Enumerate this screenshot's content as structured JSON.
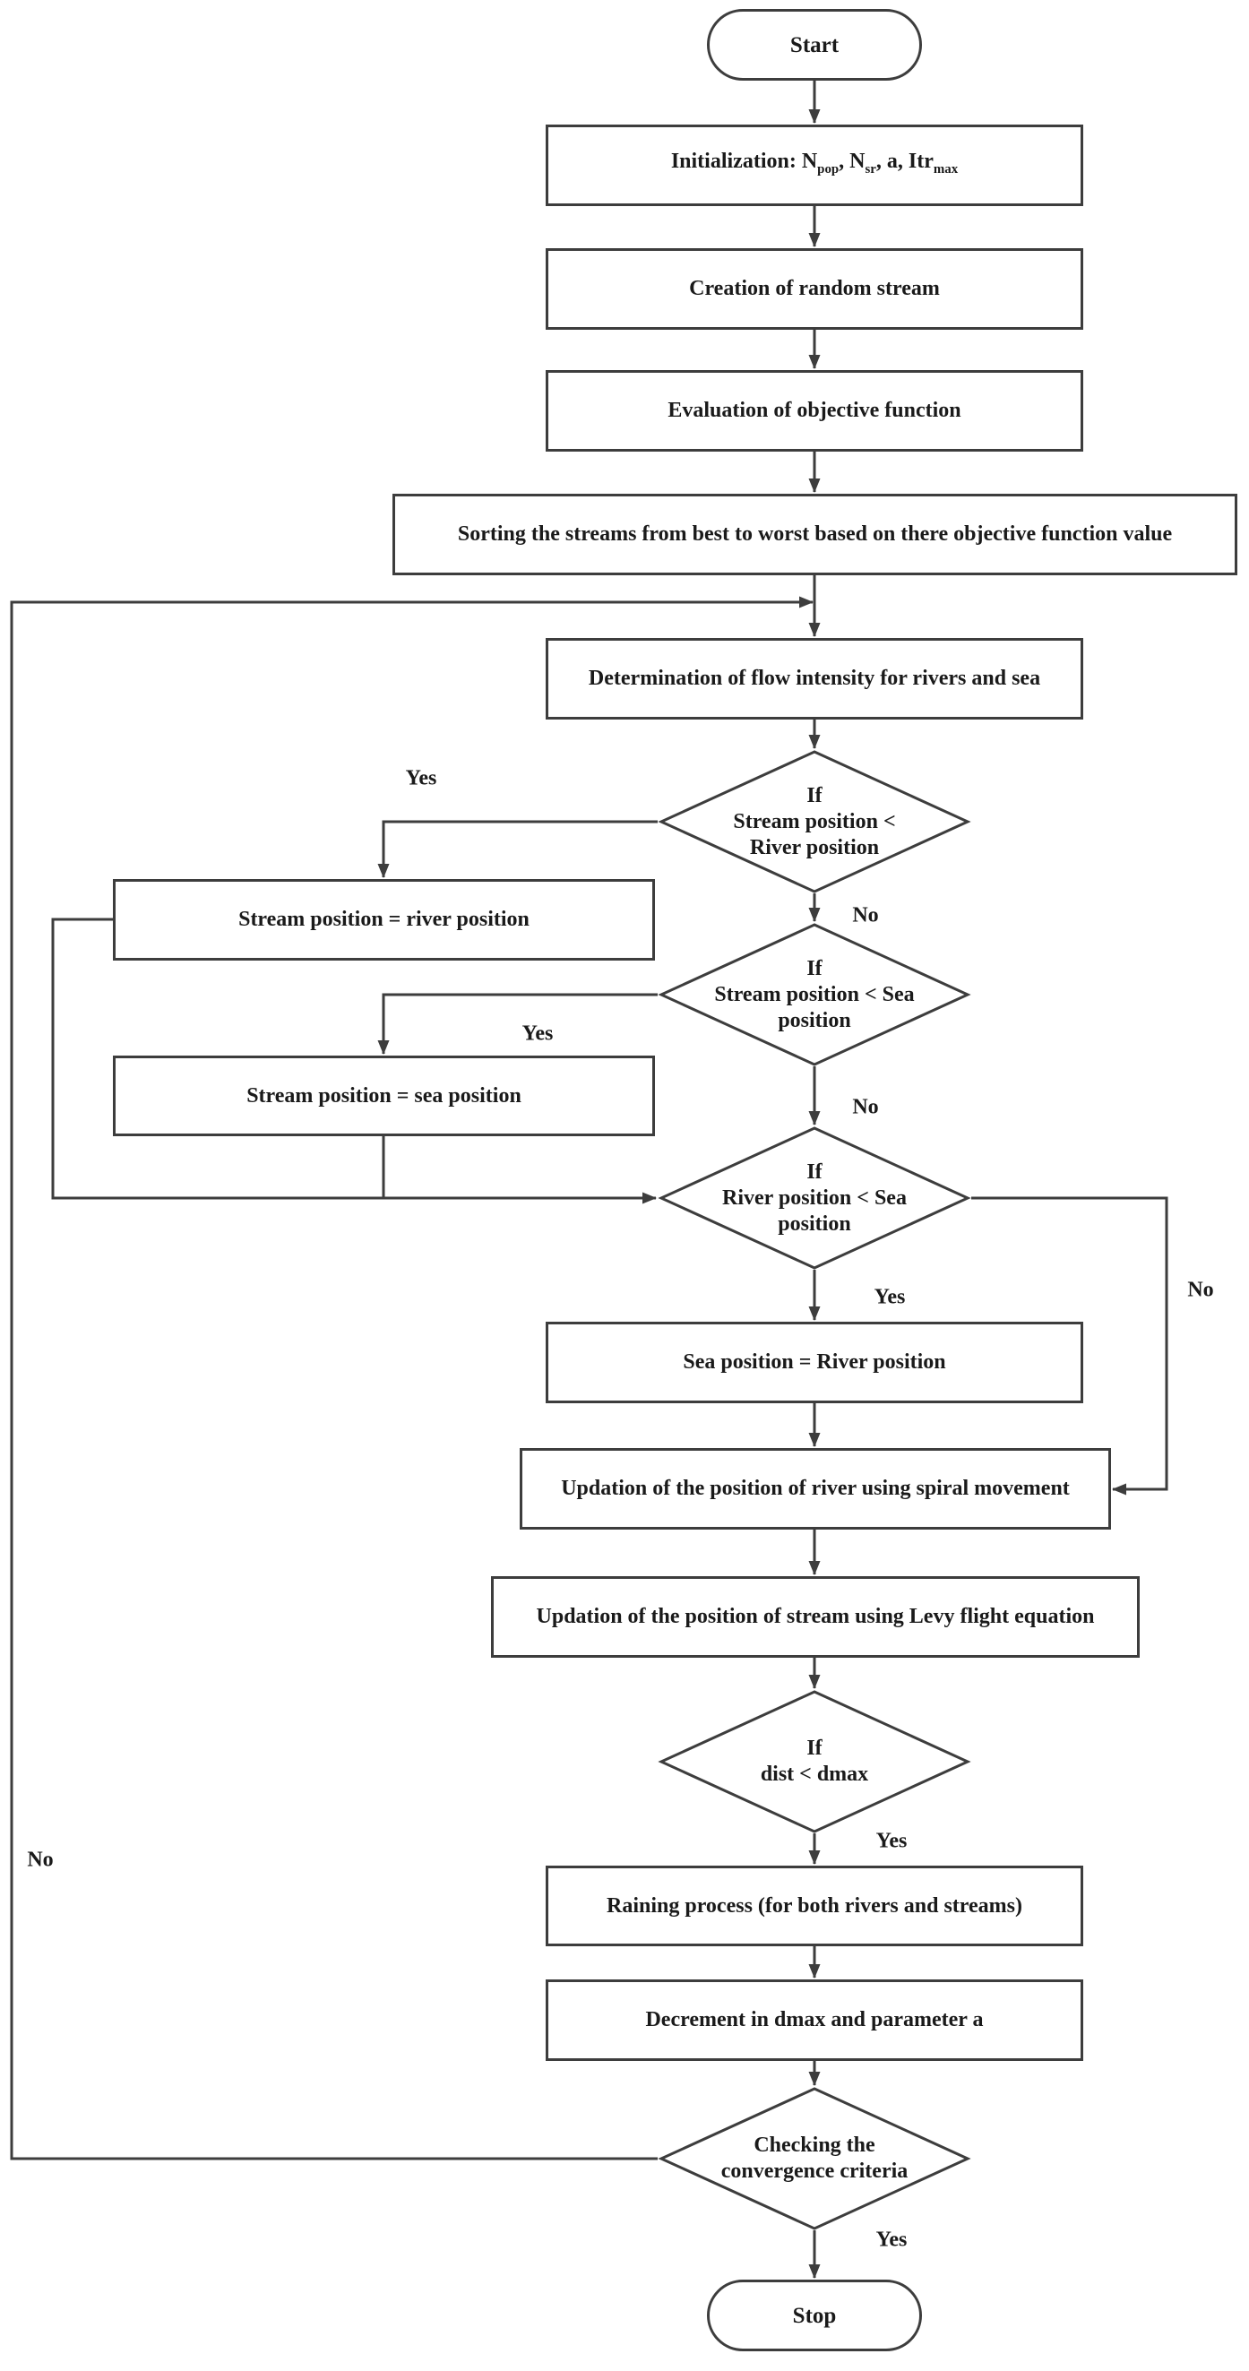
{
  "meta": {
    "background": "#ffffff",
    "stroke_color": "#3d3d3d",
    "text_color": "#1a1a1a",
    "diagram_type": "flowchart"
  },
  "nodes": {
    "start": {
      "label": "Start"
    },
    "init": {
      "t1": "Initialization: N",
      "s1": "pop",
      "t2": ", N",
      "s2": "sr",
      "t3": ", a, Itr",
      "s3": "max"
    },
    "creation": {
      "label": "Creation of random stream"
    },
    "evaluation": {
      "label": "Evaluation of objective function"
    },
    "sorting": {
      "label": "Sorting the streams from best to worst based on there objective function value"
    },
    "determination": {
      "label": "Determination of flow intensity for rivers and sea"
    },
    "d1": {
      "line1": "If",
      "line2": "Stream position <",
      "line3": "River position"
    },
    "rect_a": {
      "label": "Stream position = river position"
    },
    "d2": {
      "line1": "If",
      "line2": "Stream position < Sea",
      "line3": "position"
    },
    "rect_b": {
      "label": "Stream position = sea position"
    },
    "d3": {
      "line1": "If",
      "line2": "River position < Sea",
      "line3": "position"
    },
    "sea_river": {
      "label": "Sea position = River position"
    },
    "upd_river": {
      "label": "Updation of the position of river using spiral movement"
    },
    "upd_stream": {
      "label": "Updation of the position of stream using Levy flight equation"
    },
    "d4": {
      "line1": "If",
      "line2": "dist < dmax"
    },
    "raining": {
      "label": "Raining process (for both rivers and streams)"
    },
    "decrement": {
      "label": "Decrement in dmax and parameter a"
    },
    "d5": {
      "line1": "Checking the",
      "line2": "convergence criteria"
    },
    "stop": {
      "label": "Stop"
    }
  },
  "labels": {
    "d1_yes": "Yes",
    "d1_no": "No",
    "d2_yes": "Yes",
    "d2_no": "No",
    "d3_yes": "Yes",
    "d3_no": "No",
    "d4_yes": "Yes",
    "d5_yes": "Yes",
    "d5_no": "No"
  }
}
